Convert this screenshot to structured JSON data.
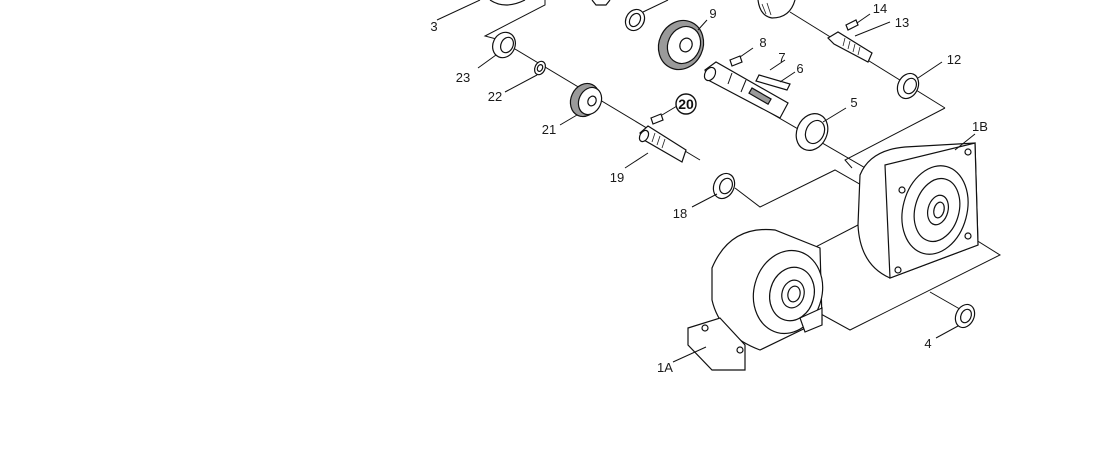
{
  "diagram": {
    "callouts": {
      "c3": "3",
      "c9": "9",
      "c14": "14",
      "c13": "13",
      "c8": "8",
      "c7": "7",
      "c6": "6",
      "c12": "12",
      "c23": "23",
      "c22": "22",
      "c20": "20",
      "c5": "5",
      "c21": "21",
      "c1B": "1B",
      "c19": "19",
      "c18": "18",
      "c4": "4",
      "c1A": "1A"
    }
  }
}
